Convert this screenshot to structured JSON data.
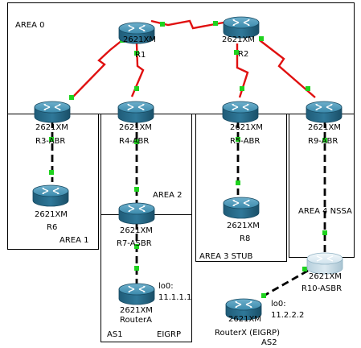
{
  "areas": {
    "area0": "AREA 0",
    "area1": "AREA 1",
    "area2": "AREA 2",
    "area3": "AREA 3 STUB",
    "area4": "AREA 4 NSSA",
    "as1": "AS1",
    "eigrp": "EIGRP",
    "as2": "AS2"
  },
  "routers": {
    "r1": {
      "model": "2621XM",
      "name": "R1"
    },
    "r2": {
      "model": "2621XM",
      "name": "R2"
    },
    "r3": {
      "model": "2621XM",
      "name": "R3-ABR"
    },
    "r4": {
      "model": "2621XM",
      "name": "R4-ABR"
    },
    "r5": {
      "model": "2621XM",
      "name": "R5-ABR"
    },
    "r9": {
      "model": "2621XM",
      "name": "R9-ABR"
    },
    "r6": {
      "model": "2621XM",
      "name": "R6"
    },
    "r7": {
      "model": "2621XM",
      "name": "R7-ASBR"
    },
    "r8": {
      "model": "2621XM",
      "name": "R8"
    },
    "r10": {
      "model": "2621XM",
      "name": "R10-ASBR"
    },
    "routerA": {
      "model": "2621XM",
      "name": "RouterA"
    },
    "routerX": {
      "model": "2621XM",
      "name": "RouterX (EIGRP)"
    }
  },
  "loopbacks": {
    "routerA": {
      "iface": "lo0:",
      "ip": "11.1.1.1"
    },
    "routerX": {
      "iface": "lo0:",
      "ip": "11.2.2.2"
    }
  },
  "colors": {
    "ospf_link": "#e01010",
    "external_link": "#000000",
    "port_up": "#1fd21f",
    "router_body": "#2a6f8f",
    "router_nssa": "#c6dce8"
  }
}
